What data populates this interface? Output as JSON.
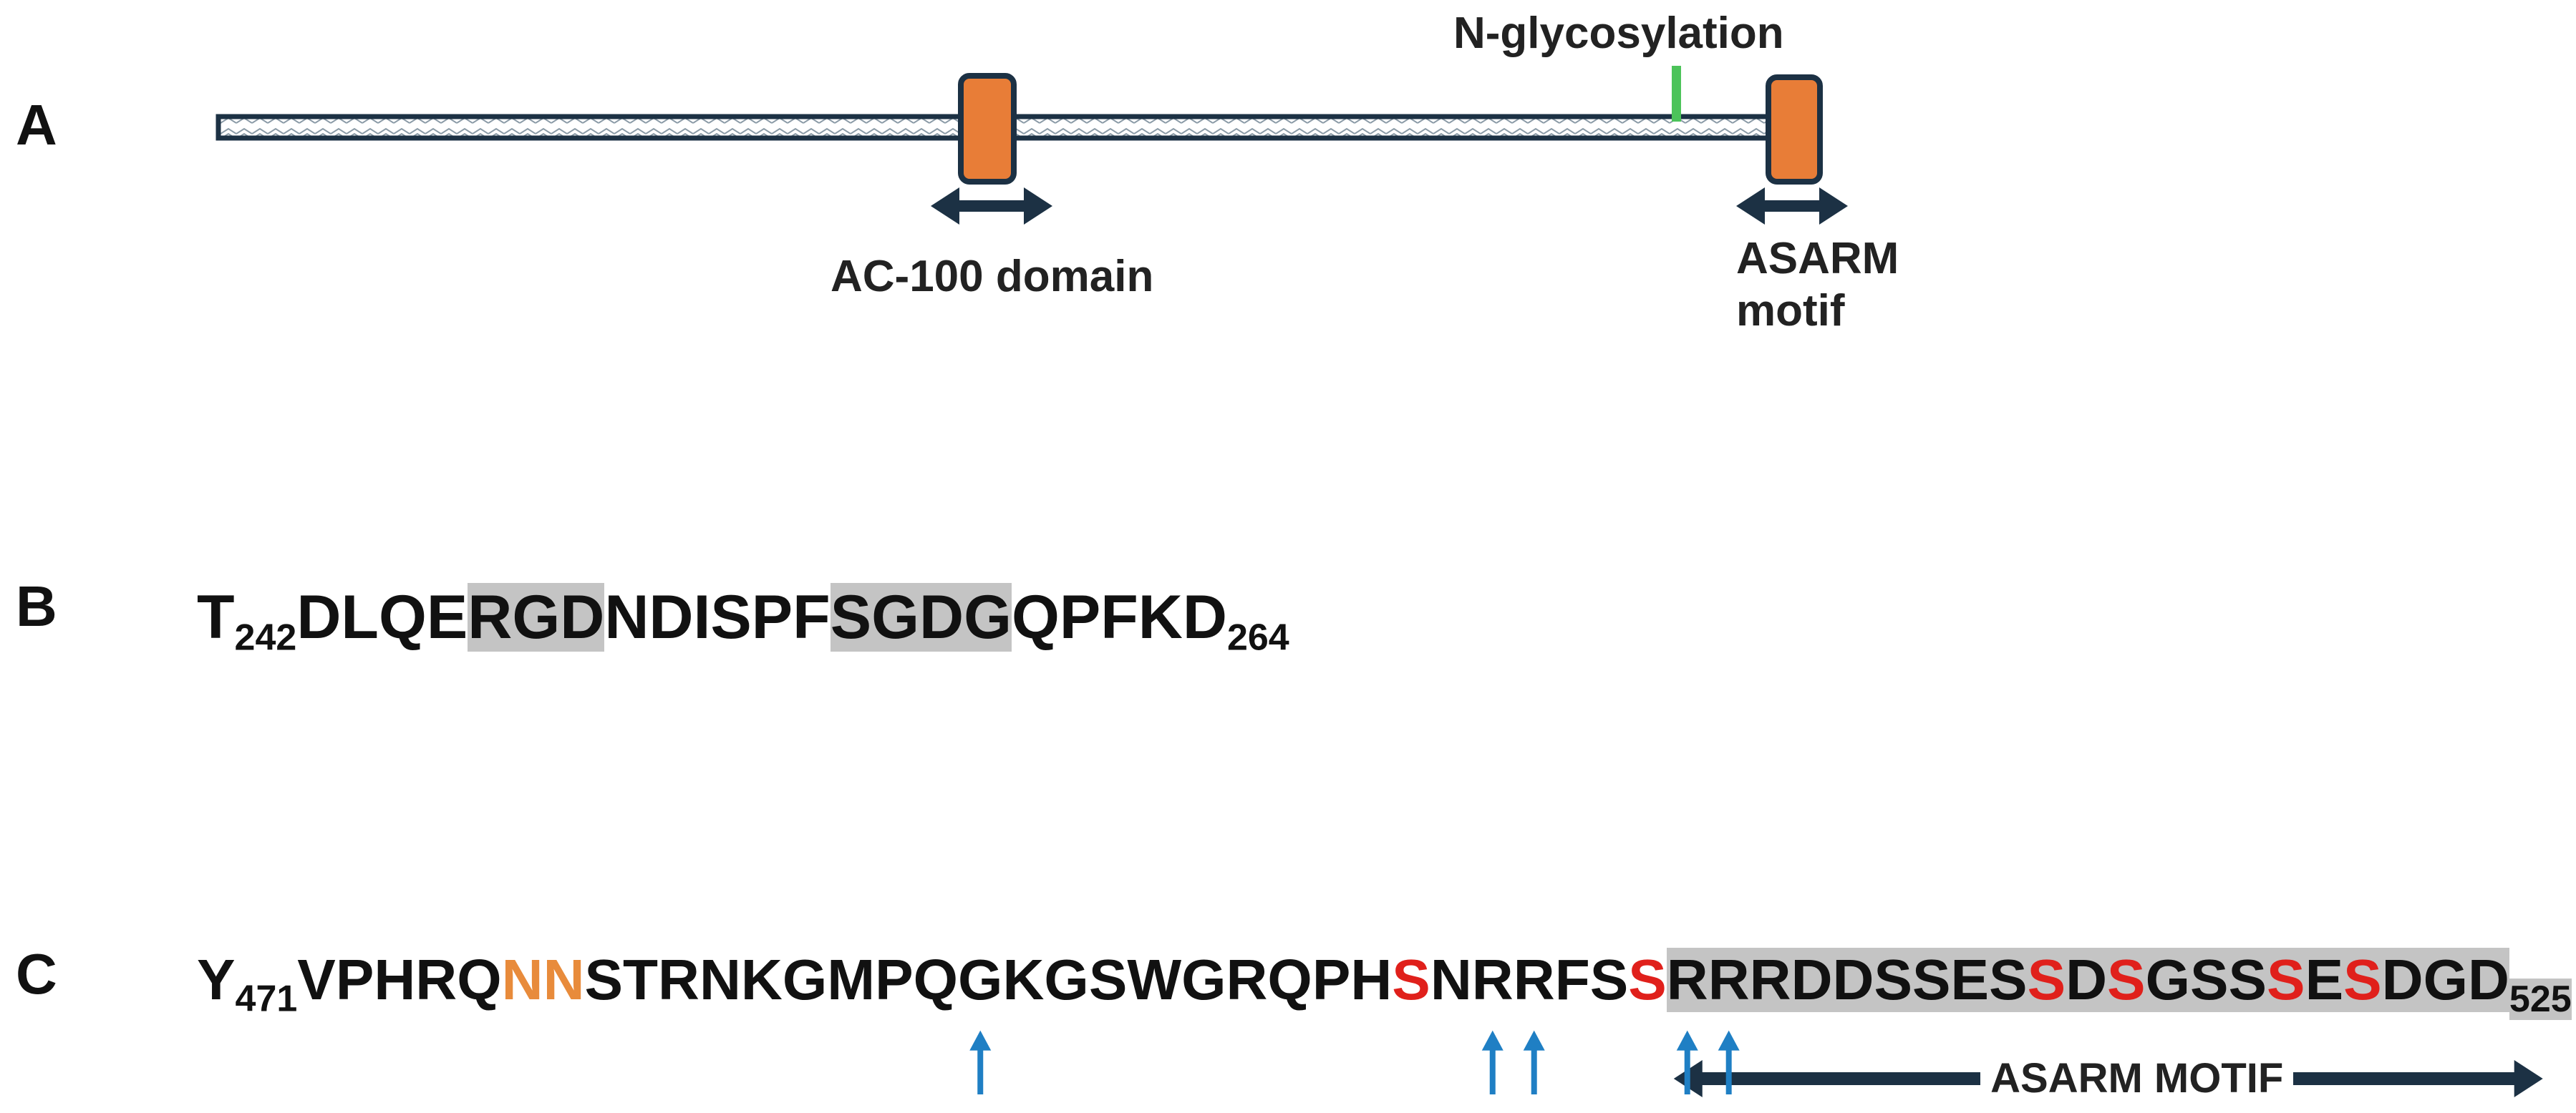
{
  "panels": {
    "a": {
      "letter": "A",
      "labels": {
        "glycosylation": "N-glycosylation",
        "ac100": "AC-100 domain",
        "asarm_line1": "ASARM",
        "asarm_line2": "motif"
      }
    },
    "b": {
      "letter": "B",
      "sequence": [
        {
          "text": "T"
        },
        {
          "text": "242",
          "sub": true
        },
        {
          "text": "DLQE"
        },
        {
          "text": "RGD",
          "hl": true
        },
        {
          "text": "NDISPF"
        },
        {
          "text": "SGDG",
          "hl": true
        },
        {
          "text": "QPFKD"
        },
        {
          "text": "264",
          "sub": true
        }
      ]
    },
    "c": {
      "letter": "C",
      "sequence": [
        {
          "text": "Y"
        },
        {
          "text": "471",
          "sub": true
        },
        {
          "text": "VPHRQ"
        },
        {
          "text": "NN",
          "color": "orange"
        },
        {
          "text": "STRNKGMPQ"
        },
        {
          "text": "G",
          "arrow": true
        },
        {
          "text": "KGSWGRQPH"
        },
        {
          "text": "S",
          "color": "red"
        },
        {
          "text": "N"
        },
        {
          "text": "R",
          "arrow": true
        },
        {
          "text": "R",
          "arrow": true
        },
        {
          "text": "FS"
        },
        {
          "text": "S",
          "color": "red"
        },
        {
          "text": "R",
          "hl": true,
          "arrow": true
        },
        {
          "text": "R",
          "hl": true,
          "arrow": true
        },
        {
          "text": "RDDSSES",
          "hl": true
        },
        {
          "text": "S",
          "hl": true,
          "color": "red"
        },
        {
          "text": "D",
          "hl": true
        },
        {
          "text": "S",
          "hl": true,
          "color": "red"
        },
        {
          "text": "GSS",
          "hl": true
        },
        {
          "text": "S",
          "hl": true,
          "color": "red"
        },
        {
          "text": "E",
          "hl": true
        },
        {
          "text": "S",
          "hl": true,
          "color": "red"
        },
        {
          "text": "DGD",
          "hl": true
        },
        {
          "text": "525",
          "sub": true,
          "hl": true
        }
      ],
      "motif_label": "ASARM MOTIF"
    }
  },
  "colors": {
    "orange_box": "#e87d37",
    "dark_navy": "#1c3144",
    "glyco_green": "#4cc35a",
    "highlight_gray": "#c4c4c4",
    "cleavage_arrow": "#1f7fc4",
    "red_residue": "#e0201b",
    "orange_residue": "#e88b3b"
  }
}
